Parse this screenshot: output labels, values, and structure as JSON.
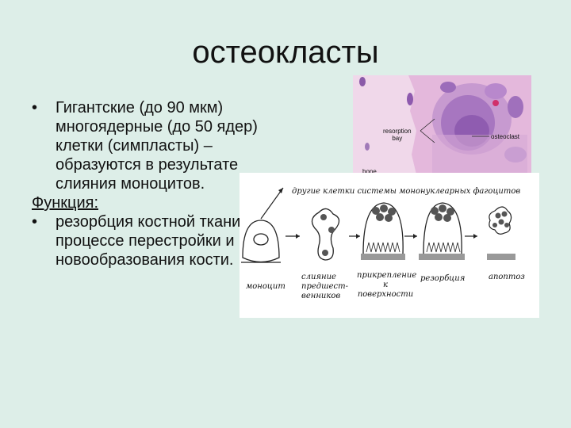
{
  "slide": {
    "title": "остеокласты",
    "bullet1": "Гигантские (до 90 мкм) многоядерные (до 50 ядер) клетки (симпласты) – образуются в результате слияния моноцитов.",
    "function_heading": "Функция:",
    "bullet2": "резорбция костной ткани в процессе перестройки и новообразования кости."
  },
  "micrograph": {
    "label_bay": "resorption\nbay",
    "label_osteoclast": "osteoclast",
    "label_bone": "bone"
  },
  "diagram": {
    "top_label": "другие клетки системы мононуклеарных фагоцитов",
    "label_monocyte": "моноцит",
    "label_fusion": "слияние\nпредшест-\nвенников",
    "label_attach": "прикрепление\nк\nповерхности",
    "label_resorption": "резорбция",
    "label_apoptosis": "апоптоз"
  }
}
